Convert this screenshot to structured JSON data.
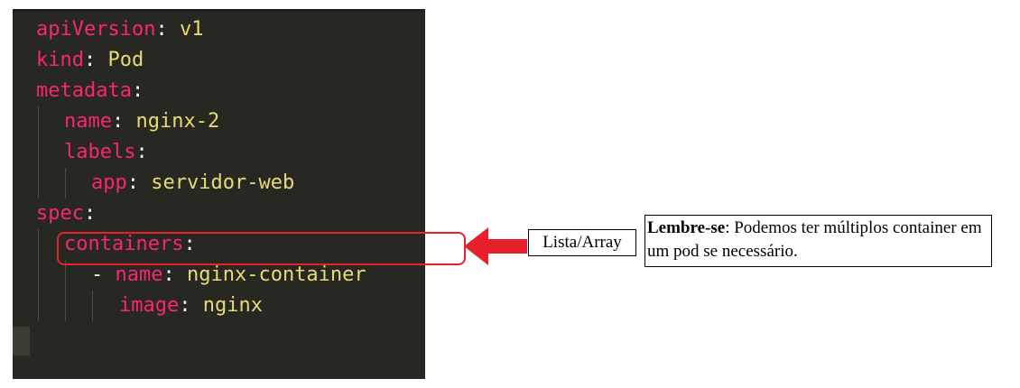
{
  "editor": {
    "lines": [
      {
        "key": "apiVersion",
        "value": "v1"
      },
      {
        "key": "kind",
        "value": "Pod"
      },
      {
        "key": "metadata",
        "value": ""
      },
      {
        "key": "name",
        "value": "nginx-2"
      },
      {
        "key": "labels",
        "value": ""
      },
      {
        "key": "app",
        "value": "servidor-web"
      },
      {
        "key": "spec",
        "value": ""
      },
      {
        "key": "containers",
        "value": ""
      },
      {
        "key": "name",
        "value": "nginx-container"
      },
      {
        "key": "image",
        "value": "nginx"
      }
    ],
    "colors": {
      "background": "#272822",
      "key": "#f92672",
      "value": "#e6db74",
      "punctuation": "#f8f8f2"
    }
  },
  "annotation": {
    "arrow_color": "#e8202b",
    "label": "Lista/Array",
    "note_bold": "Lembre-se",
    "note_text": ": Podemos ter múltiplos container em um pod se necessário."
  }
}
